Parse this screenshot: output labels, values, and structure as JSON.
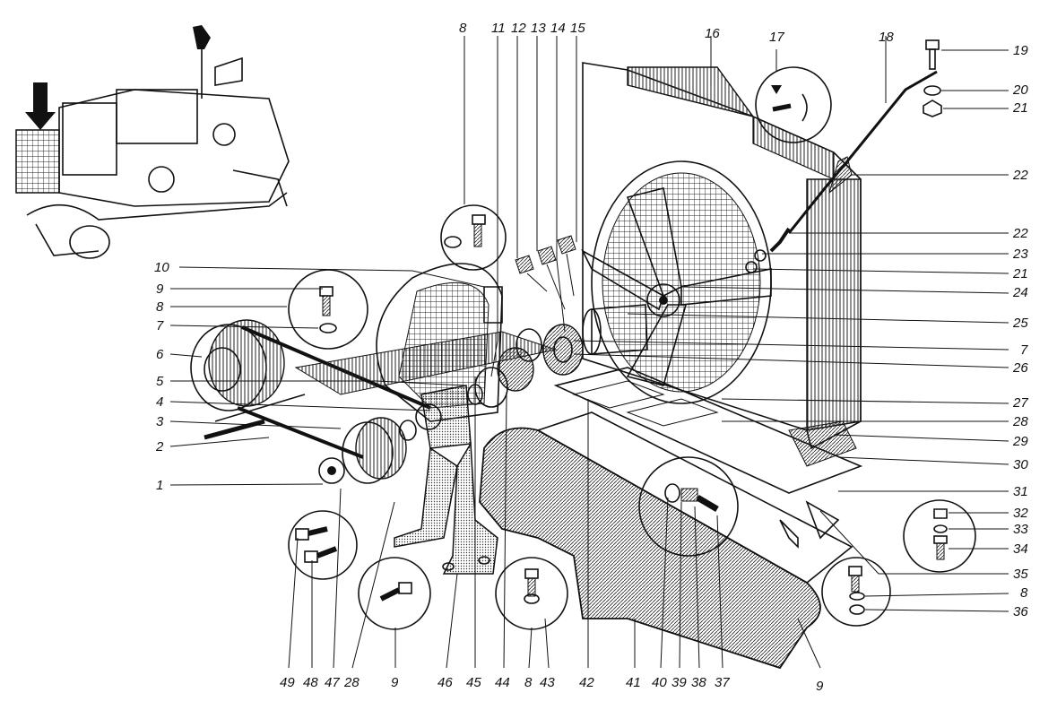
{
  "figure": {
    "callouts": [
      "1",
      "2",
      "3",
      "4",
      "5",
      "6",
      "7",
      "8",
      "9",
      "10",
      "11",
      "12",
      "13",
      "14",
      "15",
      "16",
      "17",
      "18",
      "19",
      "20",
      "21",
      "22",
      "23",
      "24",
      "25",
      "26",
      "27",
      "28",
      "29",
      "30",
      "31",
      "32",
      "33",
      "34",
      "35",
      "36",
      "37",
      "38",
      "39",
      "40",
      "41",
      "42",
      "43",
      "44",
      "45",
      "46",
      "47",
      "48",
      "49"
    ]
  },
  "labels": {
    "l8a": "8",
    "l11": "11",
    "l12": "12",
    "l13": "13",
    "l14": "14",
    "l15": "15",
    "l16": "16",
    "l17": "17",
    "l18": "18",
    "l19": "19",
    "l20": "20",
    "l21a": "21",
    "l22a": "22",
    "l22b": "22",
    "l23": "23",
    "l21b": "21",
    "l24": "24",
    "l25": "25",
    "l7b": "7",
    "l26": "26",
    "l27": "27",
    "l28b": "28",
    "l29": "29",
    "l30": "30",
    "l31": "31",
    "l32": "32",
    "l33": "33",
    "l34": "34",
    "l35": "35",
    "l8d": "8",
    "l36": "36",
    "l10": "10",
    "l9a": "9",
    "l8b": "8",
    "l7a": "7",
    "l6": "6",
    "l5": "5",
    "l4": "4",
    "l3": "3",
    "l2": "2",
    "l1": "1",
    "l49": "49",
    "l48": "48",
    "l47": "47",
    "l28a": "28",
    "l9b": "9",
    "l46": "46",
    "l45": "45",
    "l44": "44",
    "l8c": "8",
    "l43": "43",
    "l42": "42",
    "l41": "41",
    "l40": "40",
    "l39": "39",
    "l38": "38",
    "l37": "37",
    "l9c": "9"
  }
}
